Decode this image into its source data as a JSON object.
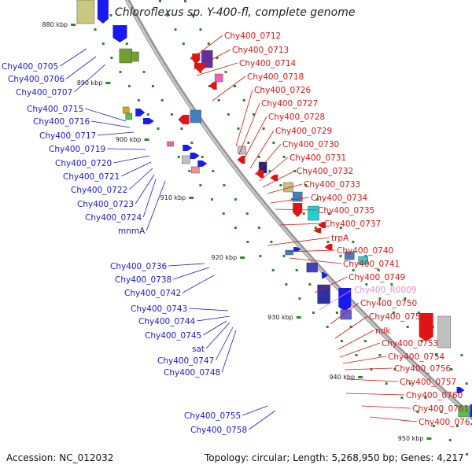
{
  "title": "Chloroflexus sp. Y-400-fl, complete genome",
  "footer": {
    "accession": "Accession: NC_012032",
    "topology": "Topology: circular; Length: 5,268,950 bp; Genes: 4,217"
  },
  "colors": {
    "left_label": "#1a1ad6",
    "right_label": "#e01414",
    "rna_label": "#f090c8",
    "backbone": "#9a9a9a",
    "tick": "#2a8a2a"
  },
  "scale_ticks": [
    "880 kbp",
    "890 kbp",
    "900 kbp",
    "910 kbp",
    "920 kbp",
    "930 kbp",
    "940 kbp",
    "950 kbp"
  ],
  "left_labels": [
    "Chy400_0705",
    "Chy400_0706",
    "Chy400_0707",
    "Chy400_0715",
    "Chy400_0716",
    "Chy400_0717",
    "Chy400_0719",
    "Chy400_0720",
    "Chy400_0721",
    "Chy400_0722",
    "Chy400_0723",
    "Chy400_0724",
    "mnmA",
    "Chy400_0736",
    "Chy400_0738",
    "Chy400_0742",
    "Chy400_0743",
    "Chy400_0744",
    "Chy400_0745",
    "sat",
    "Chy400_0747",
    "Chy400_0748",
    "Chy400_0755",
    "Chy400_0758"
  ],
  "right_labels": [
    "Chy400_0712",
    "Chy400_0713",
    "Chy400_0714",
    "Chy400_0718",
    "Chy400_0726",
    "Chy400_0727",
    "Chy400_0728",
    "Chy400_0729",
    "Chy400_0730",
    "Chy400_0731",
    "Chy400_0732",
    "Chy400_0733",
    "Chy400_0734",
    "Chy400_0735",
    "Chy400_0737",
    "trpA",
    "Chy400_0740",
    "Chy400_0741",
    "Chy400_0749",
    "Chy400_R0009",
    "Chy400_0750",
    "Chy400_0751",
    "ndk",
    "Chy400_0753",
    "Chy400_0754",
    "Chy400_0756",
    "Chy400_0757",
    "Chy400_0760",
    "Chy400_0761",
    "Chy400_0762"
  ]
}
